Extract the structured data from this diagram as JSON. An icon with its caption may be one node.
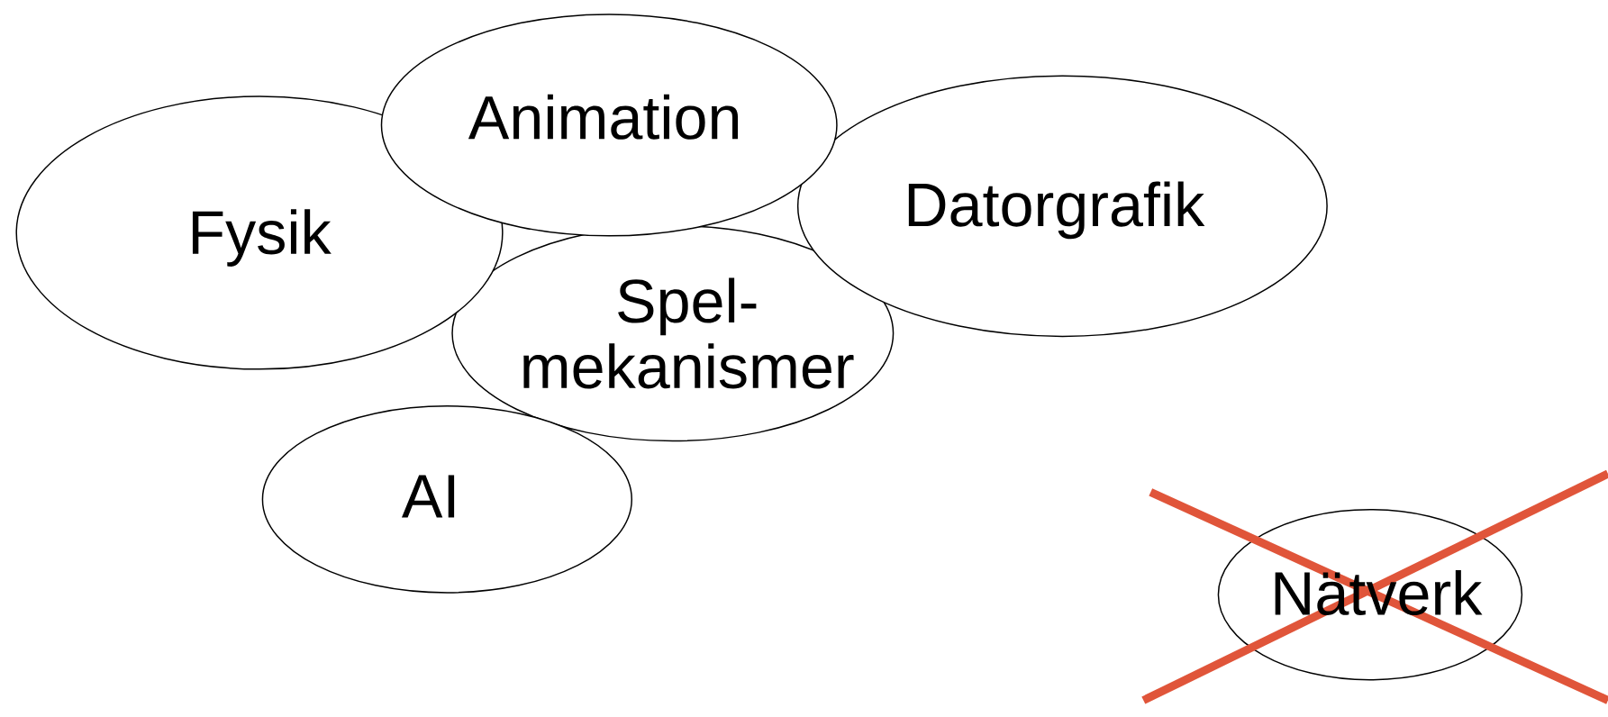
{
  "diagram": {
    "nodes": [
      {
        "text": [
          "Animation"
        ]
      },
      {
        "text": [
          "Fysik"
        ]
      },
      {
        "text": [
          "Datorgrafik"
        ]
      },
      {
        "text": [
          "Spel- mekanismer"
        ]
      },
      {
        "text": [
          "AI"
        ]
      },
      {
        "text": [
          "Nätverk"
        ]
      }
    ]
  }
}
